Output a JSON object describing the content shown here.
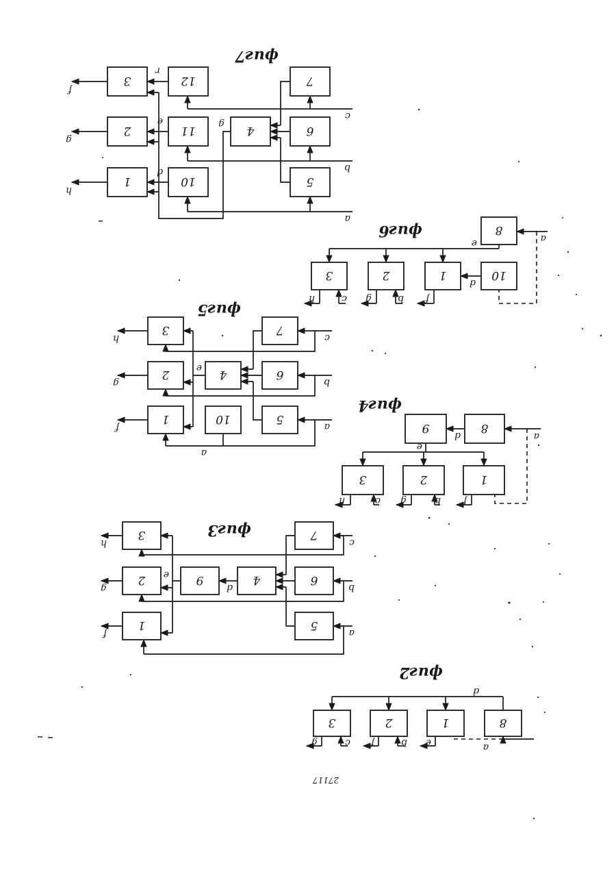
{
  "page_number": "27117",
  "figures": {
    "fig7": {
      "title": "фиг7",
      "blocks": {
        "b12": "12",
        "b3": "3",
        "b7": "7",
        "b11": "11",
        "b2": "2",
        "b4": "4",
        "b6": "6",
        "b10": "10",
        "b1": "1",
        "b5": "5"
      },
      "labels": {
        "r": "r",
        "e": "e",
        "d": "d",
        "c": "c",
        "b": "b",
        "a": "a",
        "f_out": "f",
        "g_out": "g",
        "h_out": "h",
        "g_in": "g"
      }
    },
    "fig6": {
      "title": "фиг6",
      "blocks": {
        "b8": "8",
        "b3": "3",
        "b2": "2",
        "b1": "1",
        "b10": "10"
      },
      "labels": {
        "a": "a",
        "e": "e",
        "d": "d",
        "h": "h",
        "c": "c",
        "g": "g",
        "b": "b",
        "f": "f"
      }
    },
    "fig5": {
      "title": "фиг5",
      "blocks": {
        "b3": "3",
        "b7": "7",
        "b2": "2",
        "b4": "4",
        "b6": "6",
        "b1": "1",
        "b10": "10",
        "b5": "5"
      },
      "labels": {
        "h": "h",
        "c": "c",
        "e": "e",
        "g": "g",
        "b": "b",
        "f": "f",
        "a": "a",
        "a_bottom": "a"
      }
    },
    "fig4": {
      "title": "фиг4",
      "blocks": {
        "b9": "9",
        "b8": "8",
        "b3": "3",
        "b2": "2",
        "b1": "1"
      },
      "labels": {
        "a": "a",
        "d": "d",
        "e": "e",
        "h": "h",
        "c": "c",
        "g": "g",
        "b": "b",
        "f": "f"
      }
    },
    "fig3": {
      "title": "фиг3",
      "blocks": {
        "b3": "3",
        "b7": "7",
        "b2": "2",
        "b9": "9",
        "b4": "4",
        "b6": "6",
        "b1": "1",
        "b5": "5"
      },
      "labels": {
        "h": "h",
        "c": "c",
        "e": "e",
        "d": "d",
        "g": "g",
        "b": "b",
        "f": "f",
        "a": "a"
      }
    },
    "fig2": {
      "title": "фиг2",
      "blocks": {
        "b3": "3",
        "b2": "2",
        "b1": "1",
        "b8": "8"
      },
      "labels": {
        "d": "d",
        "g": "g",
        "c": "c",
        "f": "f",
        "b": "b",
        "e": "e",
        "a": "a"
      }
    }
  }
}
